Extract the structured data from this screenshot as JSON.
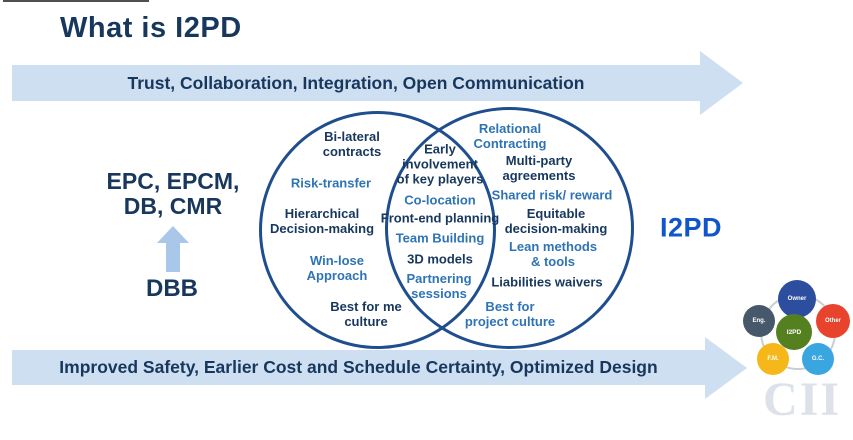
{
  "title": "What is I2PD",
  "top_banner": {
    "text": "Trust, Collaboration, Integration, Open Communication"
  },
  "bottom_banner": {
    "text": "Improved Safety, Earlier Cost and Schedule Certainty, Optimized Design"
  },
  "delivery_methods": {
    "modern": "EPC, EPCM,\nDB, CMR",
    "legacy": "DBB"
  },
  "i2pd_label": "I2PD",
  "venn": {
    "left": {
      "items": [
        {
          "text": "Bi-lateral\ncontracts"
        },
        {
          "text": "Risk-transfer"
        },
        {
          "text": "Hierarchical\nDecision-making"
        },
        {
          "text": "Win-lose\nApproach"
        },
        {
          "text": "Best for me\nculture"
        }
      ]
    },
    "overlap": {
      "items": [
        {
          "text": "Early\ninvolvement\nof key players"
        },
        {
          "text": "Co-location"
        },
        {
          "text": "Front-end planning"
        },
        {
          "text": "Team Building"
        },
        {
          "text": "3D models"
        },
        {
          "text": "Partnering\nsessions"
        }
      ]
    },
    "right": {
      "items": [
        {
          "text": "Relational\nContracting"
        },
        {
          "text": "Multi-party\nagreements"
        },
        {
          "text": "Shared risk/ reward"
        },
        {
          "text": "Equitable\ndecision-making"
        },
        {
          "text": "Lean methods\n& tools"
        },
        {
          "text": "Liabilities waivers"
        },
        {
          "text": "Best for\nproject culture"
        }
      ]
    }
  },
  "logo": {
    "center_label": "I2PD",
    "nodes": [
      {
        "label": "Owner",
        "color": "#2d4d9e"
      },
      {
        "label": "Eng.",
        "color": "#47586b"
      },
      {
        "label": "Other",
        "color": "#e8432d"
      },
      {
        "label": "F.M.",
        "color": "#f6b719"
      },
      {
        "label": "G.C.",
        "color": "#3aa6e0"
      }
    ],
    "brand": "CII"
  },
  "colors": {
    "navy": "#17375d",
    "medium_blue": "#2e74b5",
    "bright_blue": "#1155cc",
    "banner_fill": "#cfdff2",
    "up_arrow_fill": "#a9c7e9",
    "circle_stroke": "#1f4e8f"
  }
}
